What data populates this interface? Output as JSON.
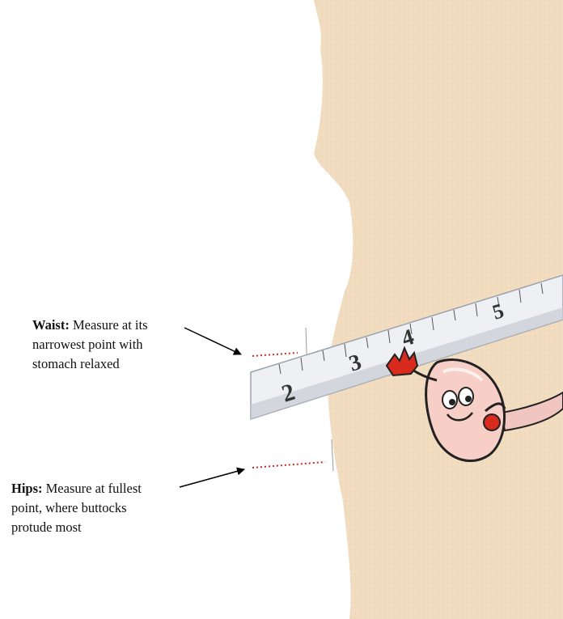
{
  "background_color": "#f1dcc0",
  "silhouette_color": "#ffffff",
  "tape_numbers": [
    "2",
    "3",
    "4",
    "5"
  ],
  "waist": {
    "label": "Waist:",
    "text_line1": "Measure at its",
    "text_line2": "narrowest point with",
    "text_line3": "stomach relaxed"
  },
  "hips": {
    "label": "Hips:",
    "text_line1": "Measure at fullest",
    "text_line2": "point, where  buttocks",
    "text_line3": "protude most"
  },
  "icons": [
    "measuring-tape-icon",
    "stomach-mascot-icon",
    "arrow-icon"
  ]
}
